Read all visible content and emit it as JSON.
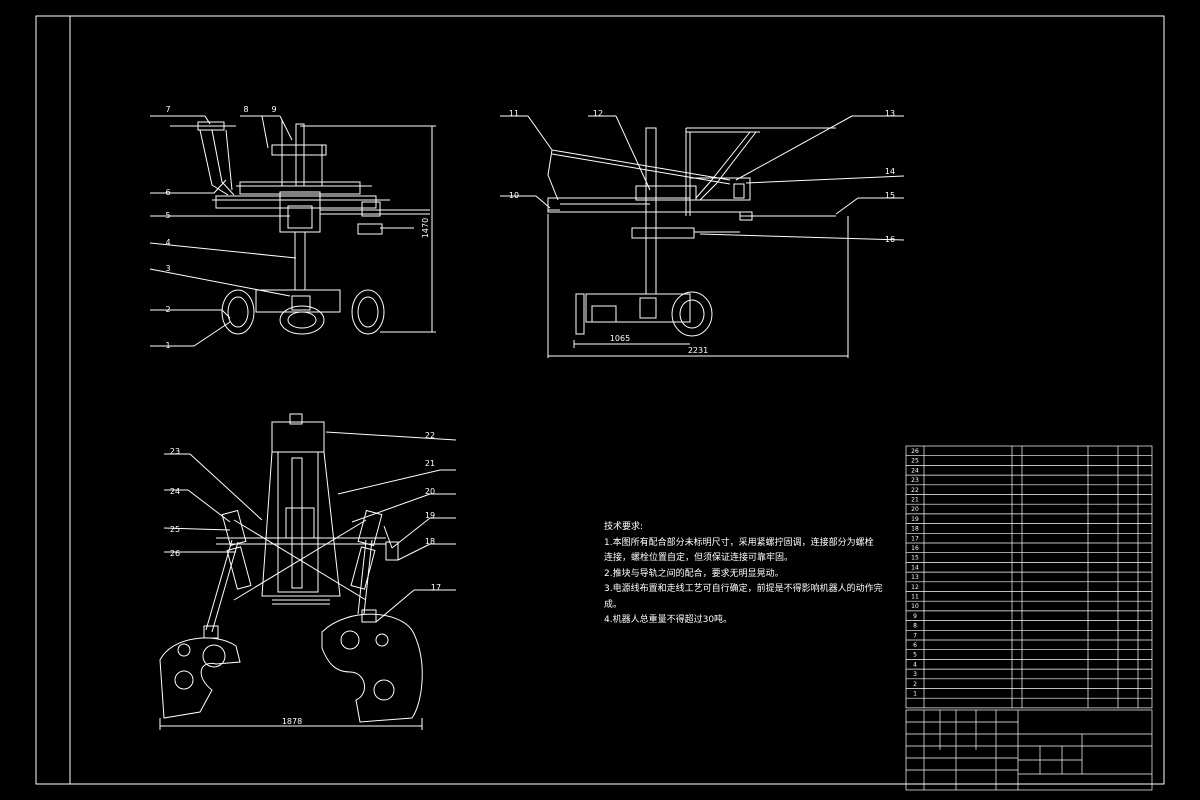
{
  "part_callouts": {
    "front_view": [
      "1",
      "2",
      "3",
      "4",
      "5",
      "6",
      "7",
      "8",
      "9"
    ],
    "side_view": [
      "10",
      "11",
      "12",
      "13",
      "14",
      "15",
      "16"
    ],
    "top_view": [
      "17",
      "18",
      "19",
      "20",
      "21",
      "22",
      "23",
      "24",
      "25",
      "26"
    ]
  },
  "dimensions": {
    "height": "1470",
    "side_inner": "1065",
    "side_total": "2231",
    "gripper_span": "1878"
  },
  "technical_requirements": {
    "heading": "技术要求:",
    "lines": [
      "1.本图所有配合部分未标明尺寸，采用紧螺拧固调，连接部分为螺栓",
      "连接，螺栓位置自定，但须保证连接可靠牢固。",
      "2.推块与导轨之间的配合，要求无明显晃动。",
      "3.电源线布置和走线工艺可自行确定，前提是不得影响机器人的动作完",
      "成。",
      "4.机器人总重量不得超过30吨。"
    ]
  },
  "bom": {
    "rows": [
      [
        "26",
        "",
        "",
        ""
      ],
      [
        "25",
        "",
        "",
        ""
      ],
      [
        "24",
        "",
        "",
        ""
      ],
      [
        "23",
        "",
        "",
        ""
      ],
      [
        "22",
        "",
        "",
        ""
      ],
      [
        "21",
        "",
        "",
        ""
      ],
      [
        "20",
        "",
        "",
        ""
      ],
      [
        "19",
        "",
        "",
        ""
      ],
      [
        "18",
        "",
        "",
        ""
      ],
      [
        "17",
        "",
        "",
        ""
      ],
      [
        "16",
        "",
        "",
        ""
      ],
      [
        "15",
        "",
        "",
        ""
      ],
      [
        "14",
        "",
        "",
        ""
      ],
      [
        "13",
        "",
        "",
        ""
      ],
      [
        "12",
        "",
        "",
        ""
      ],
      [
        "11",
        "",
        "",
        ""
      ],
      [
        "10",
        "",
        "",
        ""
      ],
      [
        "9",
        "",
        "",
        ""
      ],
      [
        "8",
        "",
        "",
        ""
      ],
      [
        "7",
        "",
        "",
        ""
      ],
      [
        "6",
        "",
        "",
        ""
      ],
      [
        "5",
        "",
        "",
        ""
      ],
      [
        "4",
        "",
        "",
        ""
      ],
      [
        "3",
        "",
        "",
        ""
      ],
      [
        "2",
        "",
        "",
        ""
      ],
      [
        "1",
        "",
        "",
        ""
      ]
    ]
  },
  "colors": {
    "background": "#000000",
    "line": "#ffffff",
    "text": "#ffffff"
  }
}
